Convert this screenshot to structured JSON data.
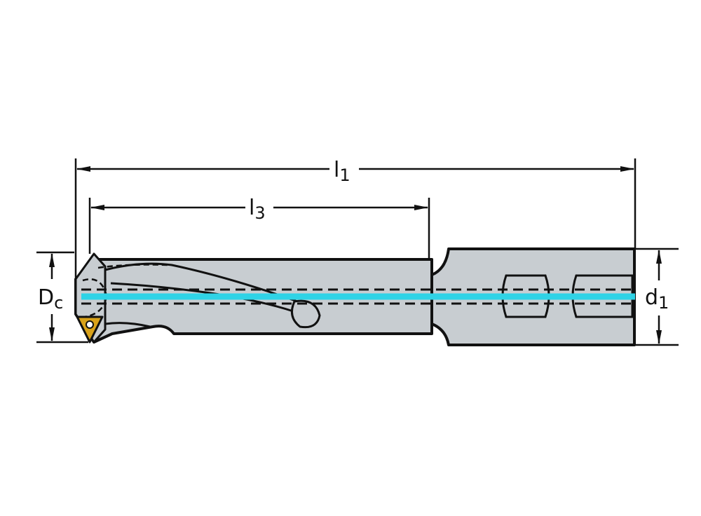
{
  "dimensions": {
    "l1": {
      "main": "l",
      "sub": "1"
    },
    "l3": {
      "main": "l",
      "sub": "3"
    },
    "dc": {
      "main": "D",
      "sub": "c"
    },
    "d1": {
      "main": "d",
      "sub": "1"
    }
  },
  "colors": {
    "body_fill": "#c8cdd1",
    "outline": "#111111",
    "coolant_line": "#2fd3e6",
    "insert": "#d9a21a",
    "background": "#ffffff"
  }
}
